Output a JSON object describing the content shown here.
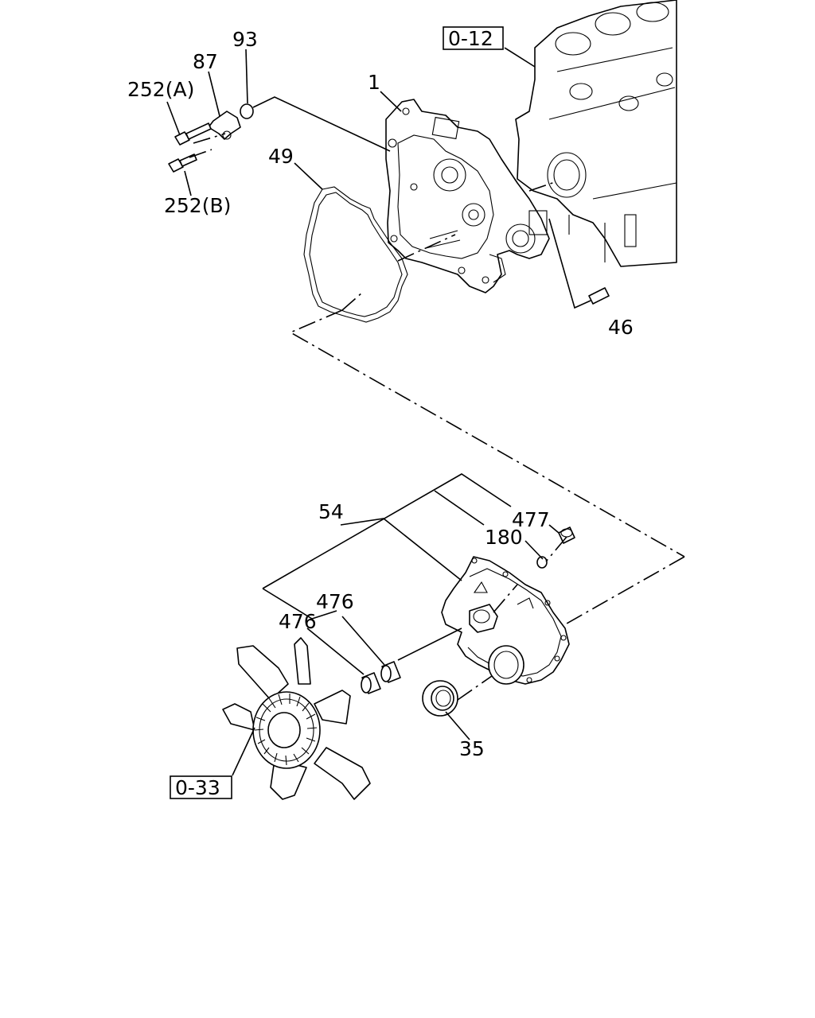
{
  "callouts": {
    "c93": "93",
    "c87": "87",
    "c252a": "252(A)",
    "c252b": "252(B)",
    "c1": "1",
    "c49": "49",
    "c46": "46",
    "c54": "54",
    "c477": "477",
    "c180": "180",
    "c476a": "476",
    "c476b": "476",
    "c35": "35"
  },
  "references": {
    "ref_top": "0-12",
    "ref_bottom": "0-33"
  }
}
